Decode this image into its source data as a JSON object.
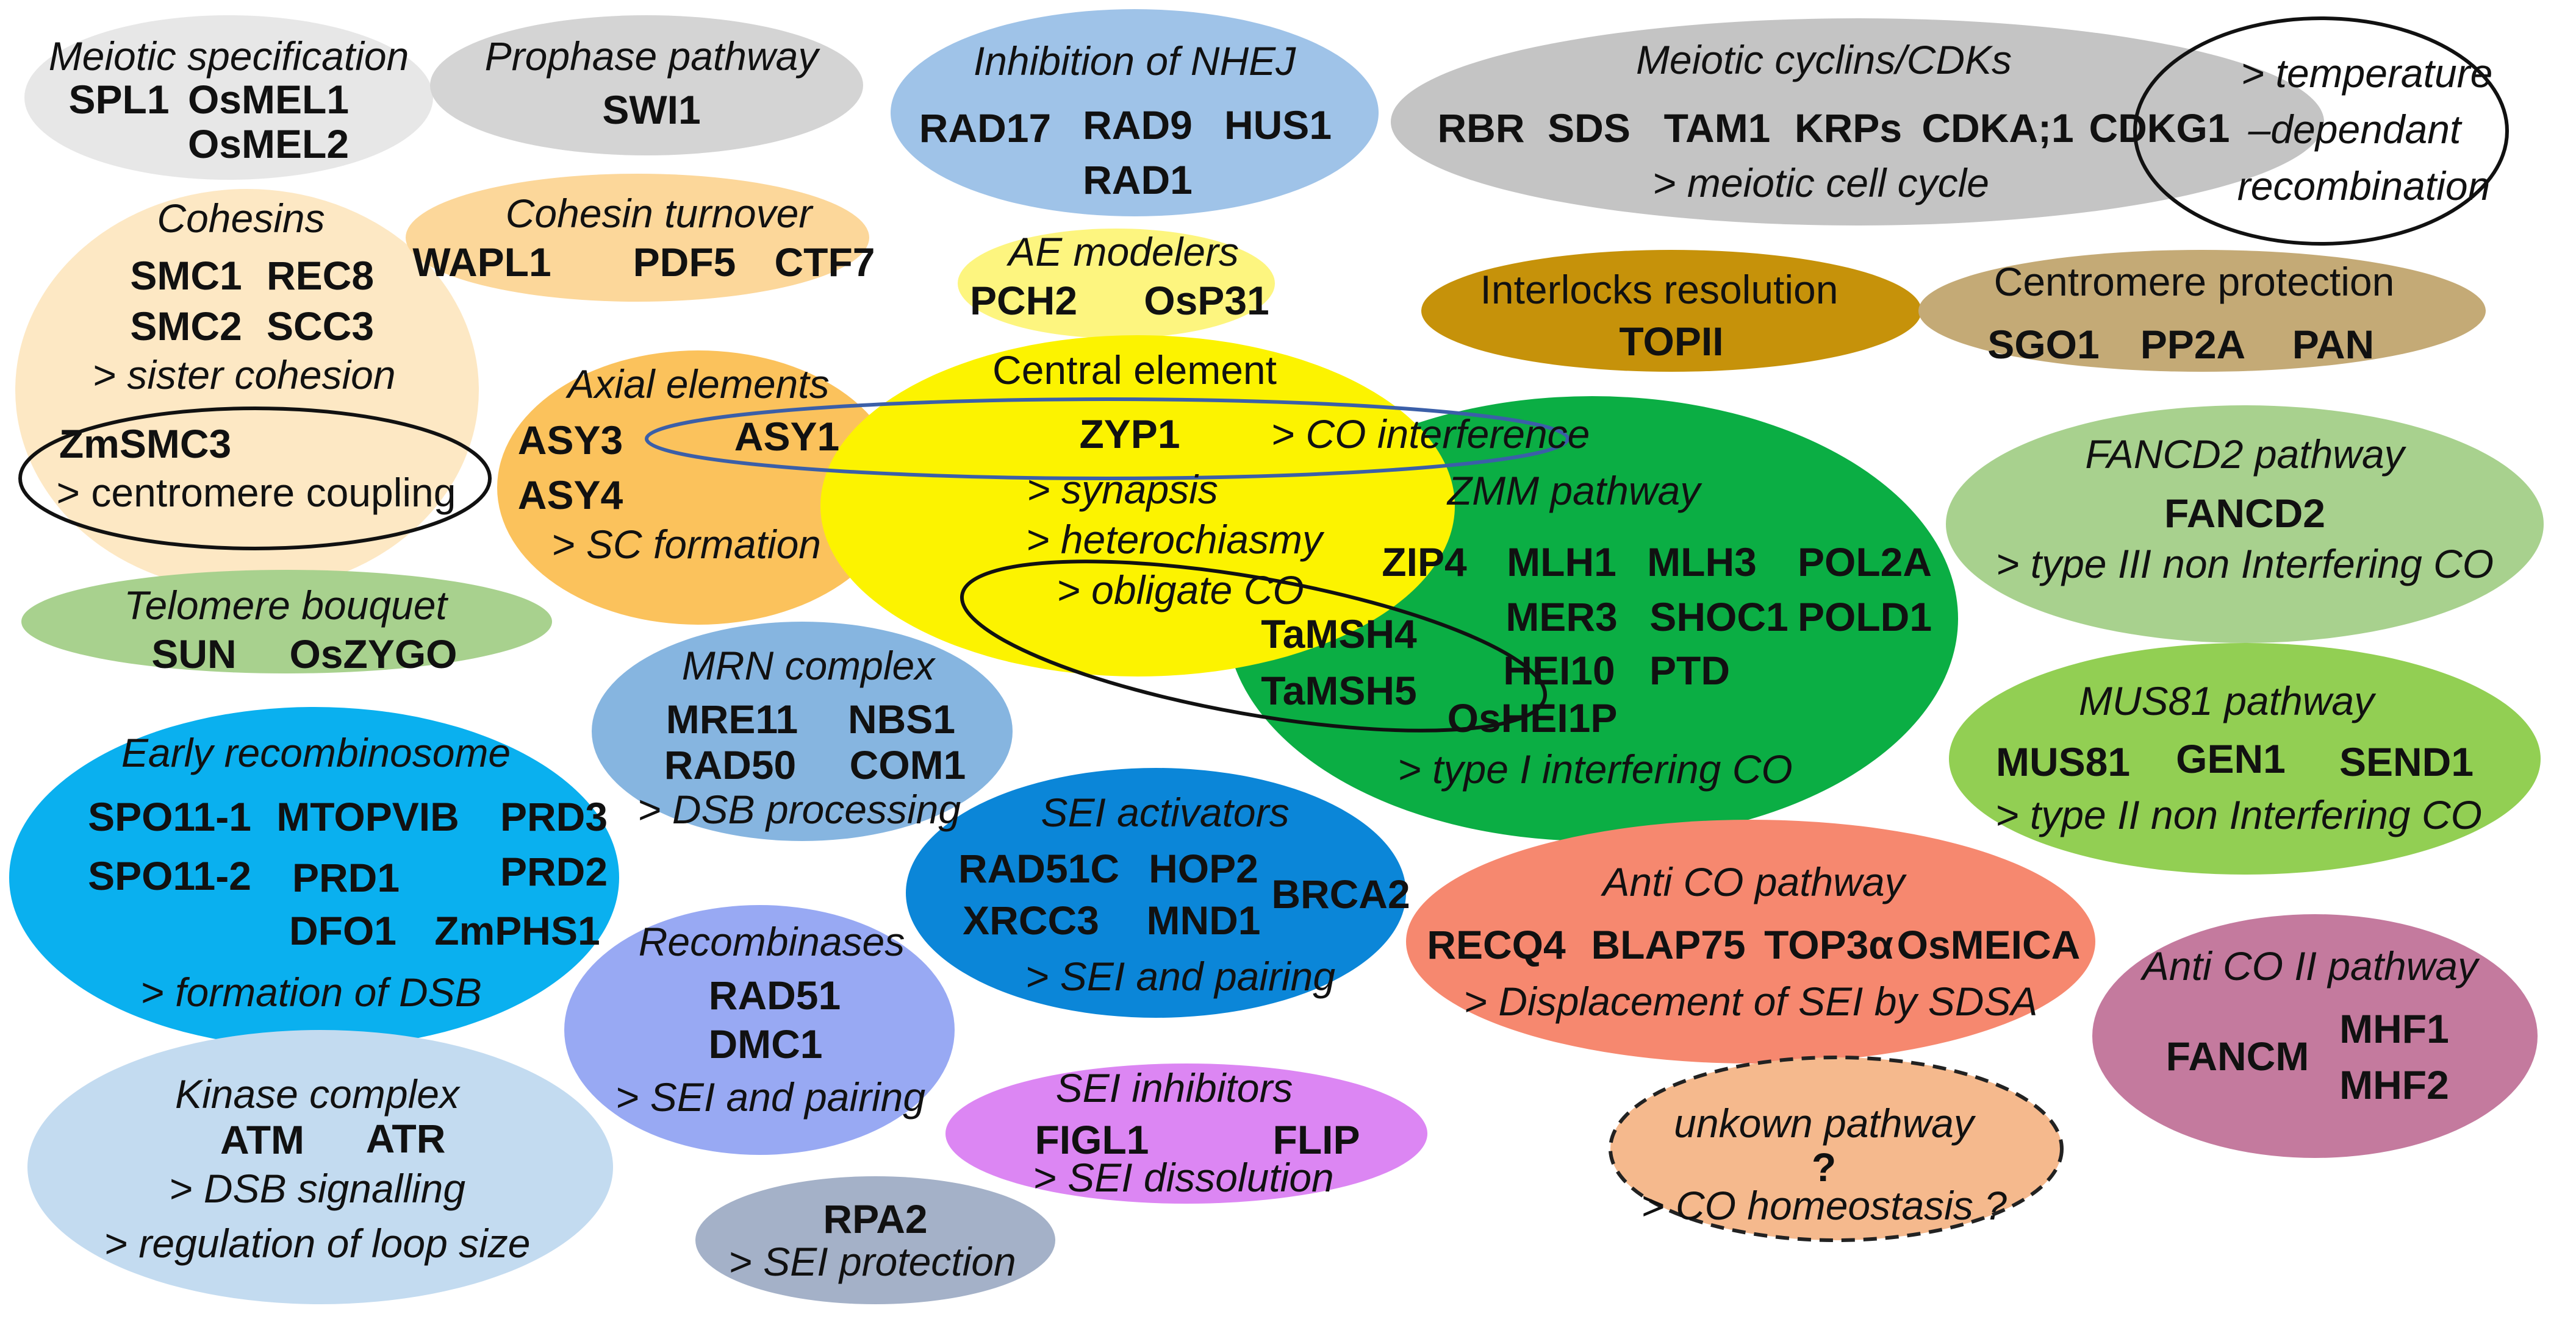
{
  "groups": {
    "meiotic_spec": {
      "color": "#e7e7e7",
      "title": "Meiotic specification",
      "genes": [
        "SPL1",
        "OsMEL1",
        "OsMEL2"
      ]
    },
    "prophase": {
      "color": "#d4d4d4",
      "title": "Prophase pathway",
      "genes": [
        "SWI1"
      ]
    },
    "nhej": {
      "color": "#9fc3e8",
      "title": "Inhibition of NHEJ",
      "genes": [
        "RAD17",
        "RAD9",
        "HUS1",
        "RAD1"
      ]
    },
    "cyclins": {
      "color": "#c4c4c4",
      "title": "Meiotic cyclins/CDKs",
      "genes": [
        "RBR",
        "SDS",
        "TAM1",
        "KRPs",
        "CDKA;1",
        "CDKG1"
      ],
      "note": "> meiotic cell cycle"
    },
    "temperature": {
      "note_lines": [
        "> temperature",
        "–dependant",
        "recombination"
      ]
    },
    "cohesins": {
      "color": "#fde8c4",
      "title": "Cohesins",
      "genes": [
        "SMC1",
        "REC8",
        "SMC2",
        "SCC3",
        "ZmSMC3"
      ],
      "note": "> sister cohesion",
      "circled_note": "> centromere coupling"
    },
    "cohesin_turnover": {
      "color": "#fcd79a",
      "title": "Cohesin turnover",
      "genes": [
        "WAPL1",
        "PDF5",
        "CTF7"
      ]
    },
    "ae_modelers": {
      "color": "#fdf57f",
      "title": "AE modelers",
      "genes": [
        "PCH2",
        "OsP31"
      ]
    },
    "interlocks": {
      "color": "#c6920a",
      "title": "Interlocks resolution",
      "genes": [
        "TOPII"
      ]
    },
    "centromere": {
      "color": "#c4aa76",
      "title": "Centromere protection",
      "genes": [
        "SGO1",
        "PP2A",
        "PAN"
      ]
    },
    "axial": {
      "color": "#fbc25c",
      "title": "Axial elements",
      "genes": [
        "ASY3",
        "ASY1",
        "ASY4"
      ],
      "note": "> SC formation"
    },
    "central": {
      "color": "#fcf300",
      "title": "Central element",
      "genes": [
        "ZYP1"
      ],
      "notes": [
        "> CO interference",
        "> synapsis",
        "> heterochiasmy",
        "> obligate CO"
      ]
    },
    "zmm": {
      "color": "#0bae44",
      "title": "ZMM pathway",
      "genes": [
        "ZIP4",
        "MLH1",
        "MLH3",
        "POL2A",
        "MER3",
        "SHOC1",
        "POLD1",
        "HEI10",
        "PTD",
        "OsHEI1P",
        "TaMSH4",
        "TaMSH5"
      ],
      "note": "> type I interfering CO"
    },
    "fancd2": {
      "color": "#a8d18e",
      "title": "FANCD2 pathway",
      "genes": [
        "FANCD2"
      ],
      "note": "> type III non Interfering CO"
    },
    "telomere": {
      "color": "#a8d18e",
      "title": "Telomere bouquet",
      "genes": [
        "SUN",
        "OsZYGO"
      ]
    },
    "mrn": {
      "color": "#86b5e0",
      "title": "MRN complex",
      "genes": [
        "MRE11",
        "NBS1",
        "RAD50",
        "COM1"
      ],
      "note": "> DSB processing"
    },
    "mus81": {
      "color": "#92cf53",
      "title": "MUS81 pathway",
      "genes": [
        "MUS81",
        "GEN1",
        "SEND1"
      ],
      "note": "> type II non Interfering CO"
    },
    "early_recomb": {
      "color": "#0ab0ef",
      "title": "Early recombinosome",
      "genes": [
        "SPO11-1",
        "MTOPVIB",
        "PRD3",
        "SPO11-2",
        "PRD1",
        "PRD2",
        "DFO1",
        "ZmPHS1"
      ],
      "note": "> formation of DSB"
    },
    "sei_activators": {
      "color": "#0b86d8",
      "title": "SEI activators",
      "genes": [
        "RAD51C",
        "HOP2",
        "XRCC3",
        "MND1",
        "BRCA2"
      ],
      "note": "> SEI and pairing"
    },
    "anti_co": {
      "color": "#f6886f",
      "title": "Anti CO pathway",
      "genes": [
        "RECQ4",
        "BLAP75",
        "TOP3α",
        "OsMEICA"
      ],
      "note": "> Displacement of SEI by SDSA"
    },
    "anti_co2": {
      "color": "#c47a9e",
      "title": "Anti CO II pathway",
      "genes": [
        "FANCM",
        "MHF1",
        "MHF2"
      ]
    },
    "recombinases": {
      "color": "#98a9f3",
      "title": "Recombinases",
      "genes": [
        "RAD51",
        "DMC1"
      ],
      "note": "> SEI and pairing"
    },
    "kinase": {
      "color": "#c3dbf0",
      "title": "Kinase complex",
      "genes": [
        "ATM",
        "ATR"
      ],
      "notes": [
        "> DSB signalling",
        "> regulation of loop size"
      ]
    },
    "sei_inhibitors": {
      "color": "#dc86f3",
      "title": "SEI inhibitors",
      "genes": [
        "FIGL1",
        "FLIP"
      ],
      "note": "> SEI dissolution"
    },
    "unknown": {
      "color": "#f5b98d",
      "title": "unkown pathway",
      "mark": "?",
      "note": "> CO homeostasis ?"
    },
    "rpa": {
      "color": "#a4b1c8",
      "genes": [
        "RPA2"
      ],
      "note": "> SEI protection"
    }
  }
}
